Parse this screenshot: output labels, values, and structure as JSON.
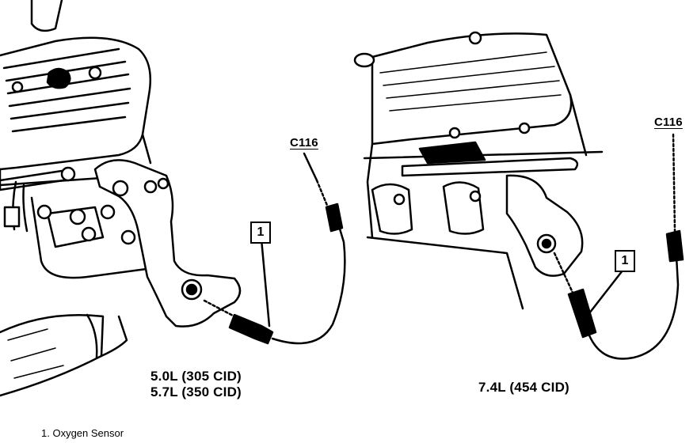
{
  "left_engine": {
    "connector": "C116",
    "callout": "1",
    "caption_line1": "5.0L (305 CID)",
    "caption_line2": "5.7L (350 CID)"
  },
  "right_engine": {
    "connector": "C116",
    "callout": "1",
    "caption": "7.4L (454 CID)"
  },
  "legend": {
    "items": [
      "1.  Oxygen Sensor"
    ]
  }
}
